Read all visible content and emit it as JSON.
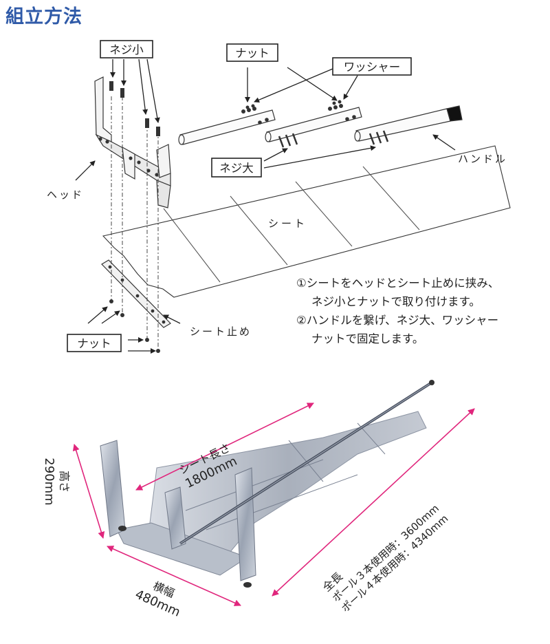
{
  "title": "組立方法",
  "labels": {
    "screw_small": "ネジ小",
    "nut_top": "ナット",
    "washer": "ワッシャー",
    "screw_large": "ネジ大",
    "handle": "ハンドル",
    "head": "ヘッド",
    "sheet": "シート",
    "sheet_stopper": "シート止め",
    "nut_bottom": "ナット"
  },
  "instructions": [
    {
      "line1": "①シートをヘッドとシート止めに挟み、",
      "line2": "ネジ小とナットで取り付けます。"
    },
    {
      "line1": "②ハンドルを繋げ、ネジ大、ワッシャー",
      "line2": "ナットで固定します。"
    }
  ],
  "dimensions": {
    "sheet_length_label": "シート長さ",
    "sheet_length_value": "1800mm",
    "height_label": "高さ",
    "height_value": "290mm",
    "width_label": "横幅",
    "width_value": "480mm",
    "total_label": "全長",
    "total_line1": "ポール３本使用時：3600mm",
    "total_line2": "ポール４本使用時：4340mm"
  },
  "colors": {
    "title": "#2f5aa8",
    "dimension_arrow": "#e0267c"
  }
}
